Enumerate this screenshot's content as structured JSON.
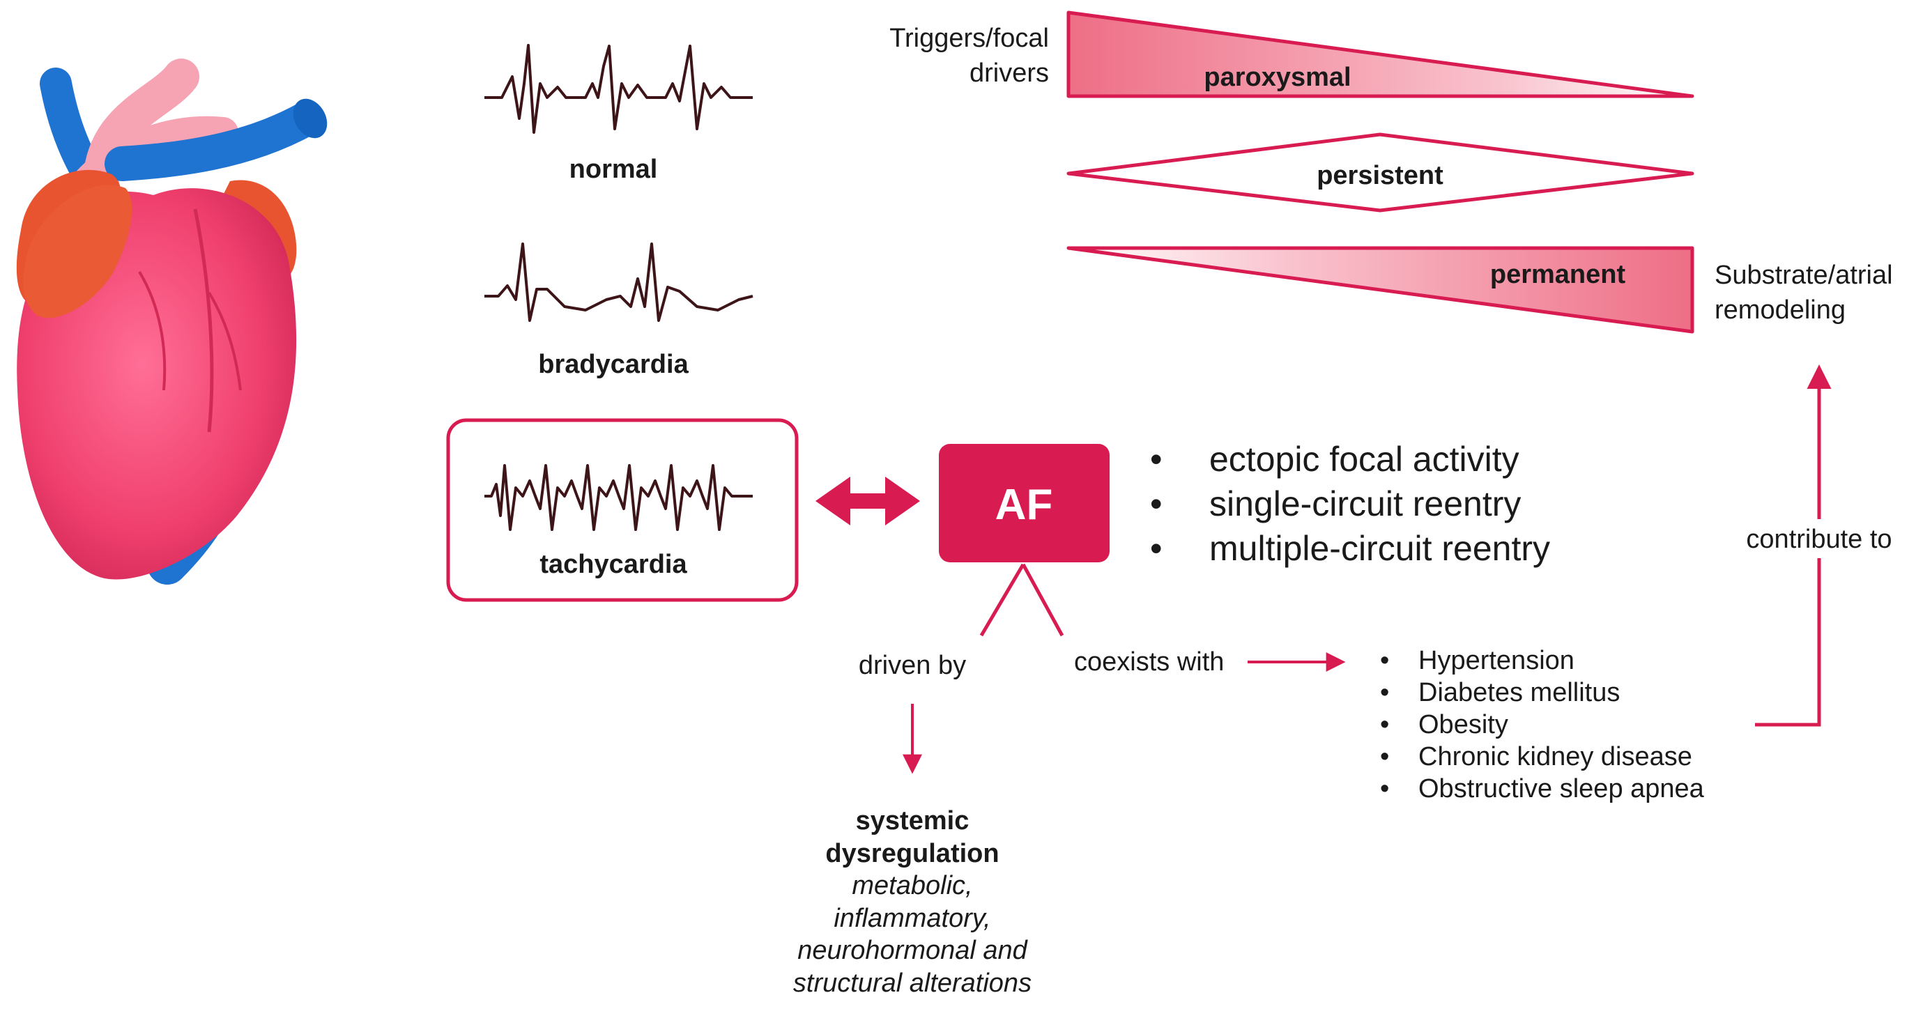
{
  "ecg": {
    "normal_label": "normal",
    "bradycardia_label": "bradycardia",
    "tachycardia_label": "tachycardia"
  },
  "classification": {
    "left_label_line1": "Triggers/focal",
    "left_label_line2": "drivers",
    "paroxysmal": "paroxysmal",
    "persistent": "persistent",
    "permanent": "permanent",
    "right_label_line1": "Substrate/atrial",
    "right_label_line2": "remodeling"
  },
  "af": {
    "label": "AF",
    "mechanisms": [
      "ectopic focal activity",
      "single-circuit reentry",
      "multiple-circuit reentry"
    ]
  },
  "driven": {
    "label": "driven by",
    "title_line1": "systemic",
    "title_line2": "dysregulation",
    "detail_lines": [
      "metabolic,",
      "inflammatory,",
      "neurohormonal and",
      "structural alterations"
    ]
  },
  "coexists": {
    "label": "coexists with",
    "conditions": [
      "Hypertension",
      "Diabetes mellitus",
      "Obesity",
      "Chronic kidney disease",
      "Obstructive sleep apnea"
    ]
  },
  "contribute_label": "contribute to",
  "colors": {
    "accent": "#d81b51",
    "accent_light": "#f6a4b3",
    "heart_pink": "#f0406e",
    "vein_blue": "#1f73d1",
    "atrium_orange": "#e8542f",
    "ecg_trace": "#3d1418"
  },
  "bullet": "•"
}
